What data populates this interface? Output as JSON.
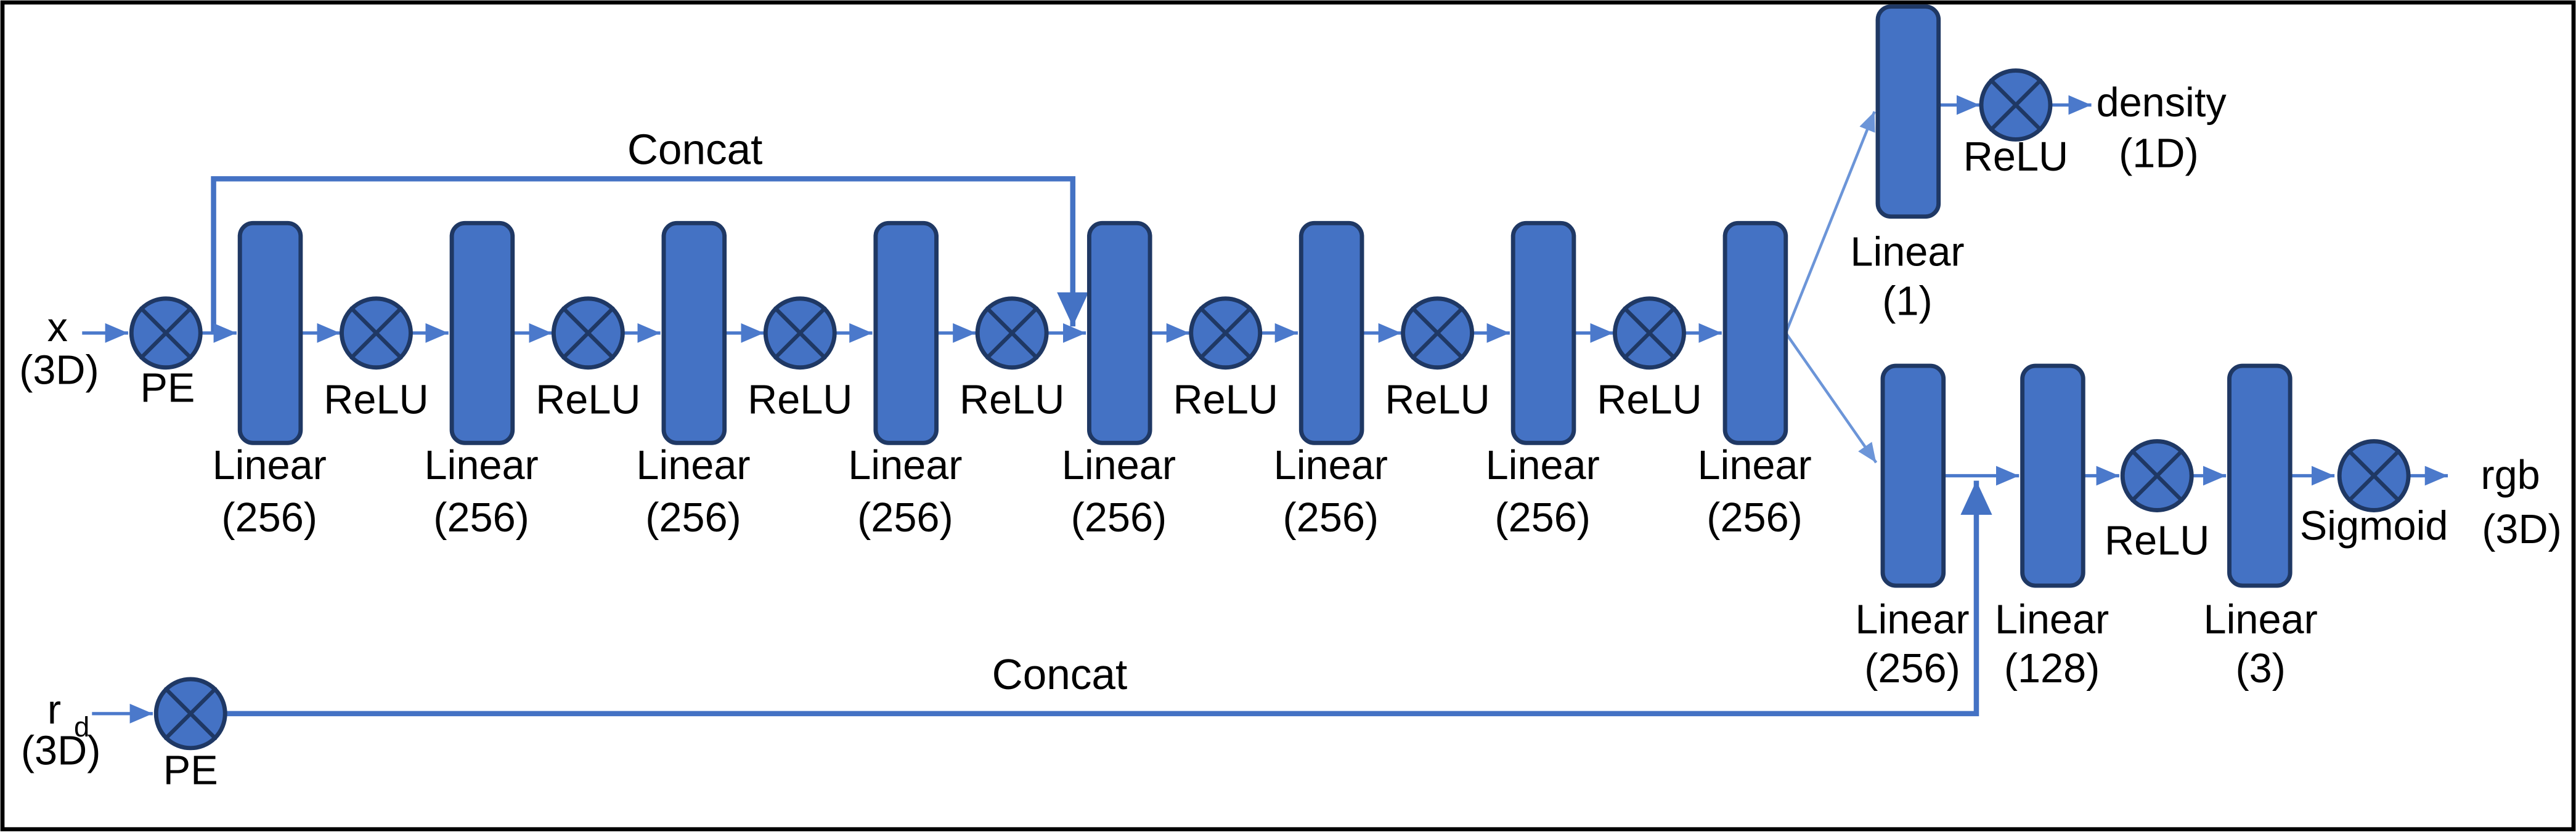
{
  "colors": {
    "node_fill": "#4472C4",
    "node_stroke": "#1F3864",
    "connector": "#4B79CB",
    "connector_light": "#6C95D8",
    "concat_line": "#4472C4",
    "canvas_border": "#000000",
    "text": "#000000",
    "background": "#FFFFFF"
  },
  "inputs": {
    "position": {
      "symbol": "x",
      "dim": "(3D)",
      "encoder": "PE"
    },
    "direction": {
      "symbol": "r",
      "symbol_sub": "d",
      "dim": "(3D)",
      "encoder": "PE"
    }
  },
  "skip_concat": {
    "label": "Concat"
  },
  "view_concat": {
    "label": "Concat"
  },
  "backbone": {
    "layers": [
      {
        "name": "Linear",
        "units": "(256)"
      },
      {
        "name": "Linear",
        "units": "(256)"
      },
      {
        "name": "Linear",
        "units": "(256)"
      },
      {
        "name": "Linear",
        "units": "(256)"
      },
      {
        "name": "Linear",
        "units": "(256)"
      },
      {
        "name": "Linear",
        "units": "(256)"
      },
      {
        "name": "Linear",
        "units": "(256)"
      },
      {
        "name": "Linear",
        "units": "(256)"
      }
    ],
    "activations": [
      "ReLU",
      "ReLU",
      "ReLU",
      "ReLU",
      "ReLU",
      "ReLU",
      "ReLU"
    ]
  },
  "density_head": {
    "layer": {
      "name": "Linear",
      "units": "(1)"
    },
    "activation": "ReLU",
    "output": "density",
    "output_dim": "(1D)"
  },
  "color_head": {
    "layers": [
      {
        "name": "Linear",
        "units": "(256)"
      },
      {
        "name": "Linear",
        "units": "(128)"
      },
      {
        "name": "Linear",
        "units": "(3)"
      }
    ],
    "activation": "ReLU",
    "final_activation": "Sigmoid",
    "output": "rgb",
    "output_dim": "(3D)"
  }
}
